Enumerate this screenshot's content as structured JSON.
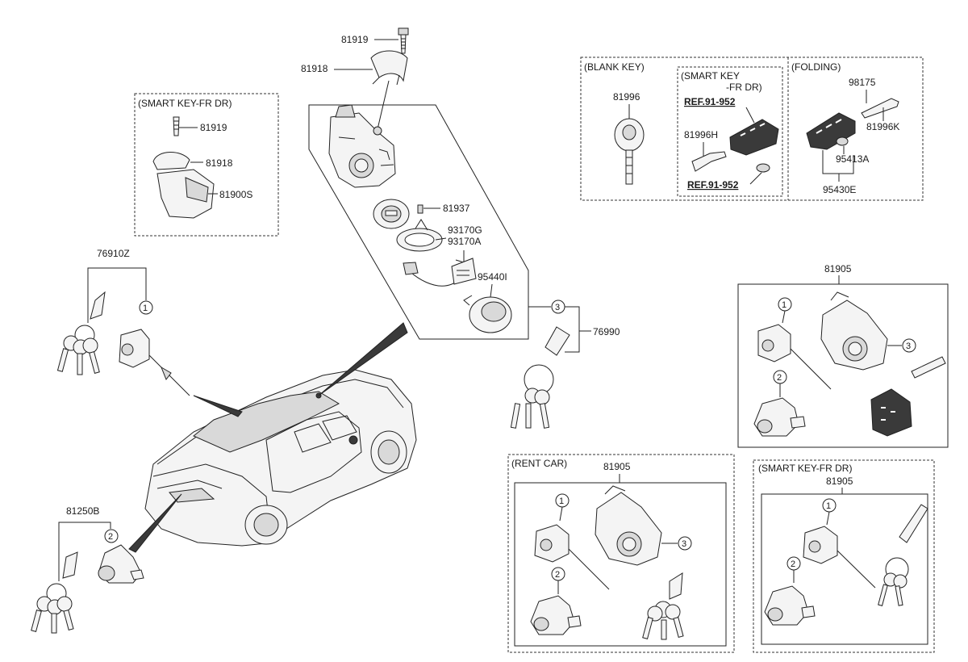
{
  "box_titles": {
    "blank_key": "(BLANK KEY)",
    "smart_key_a": "(SMART KEY",
    "smart_key_b": "-FR DR)",
    "folding": "(FOLDING)",
    "smart_key_fr_dr_top": "(SMART KEY-FR DR)",
    "rent_car": "(RENT CAR)",
    "smart_key_fr_dr_bottom": "(SMART KEY-FR DR)"
  },
  "part_numbers": {
    "p81919_main": "81919",
    "p81918_main": "81918",
    "p81937": "81937",
    "p93170G": "93170G",
    "p93170A": "93170A",
    "p95440I": "95440I",
    "p76990": "76990",
    "p81919_sk": "81919",
    "p81918_sk": "81918",
    "p81900S": "81900S",
    "p76910Z": "76910Z",
    "p81250B": "81250B",
    "p81996": "81996",
    "p81996H": "81996H",
    "p98175": "98175",
    "p81996K": "81996K",
    "p95413A": "95413A",
    "p95430E": "95430E",
    "p81905_right": "81905",
    "p81905_rent": "81905",
    "p81905_sk": "81905"
  },
  "references": {
    "ref_top": "REF.91-952",
    "ref_bottom": "REF.91-952"
  },
  "callouts": {
    "one": "1",
    "two": "2",
    "three": "3"
  }
}
